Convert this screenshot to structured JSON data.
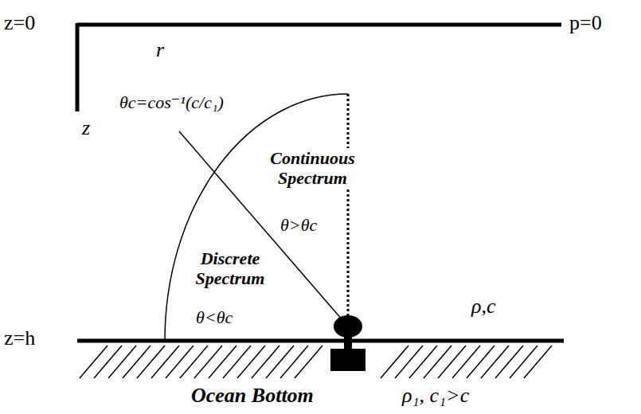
{
  "diagram": {
    "labels": [
      "z=0",
      "p=0",
      "r",
      "z",
      "θc=cos⁻¹(c/c₁)",
      "Continuous Spectrum",
      "θ>θc",
      "Discrete Spectrum",
      "θ<θc",
      "ρ,c",
      "z=h",
      "Ocean Bottom",
      "ρ₁, c₁>c"
    ]
  }
}
